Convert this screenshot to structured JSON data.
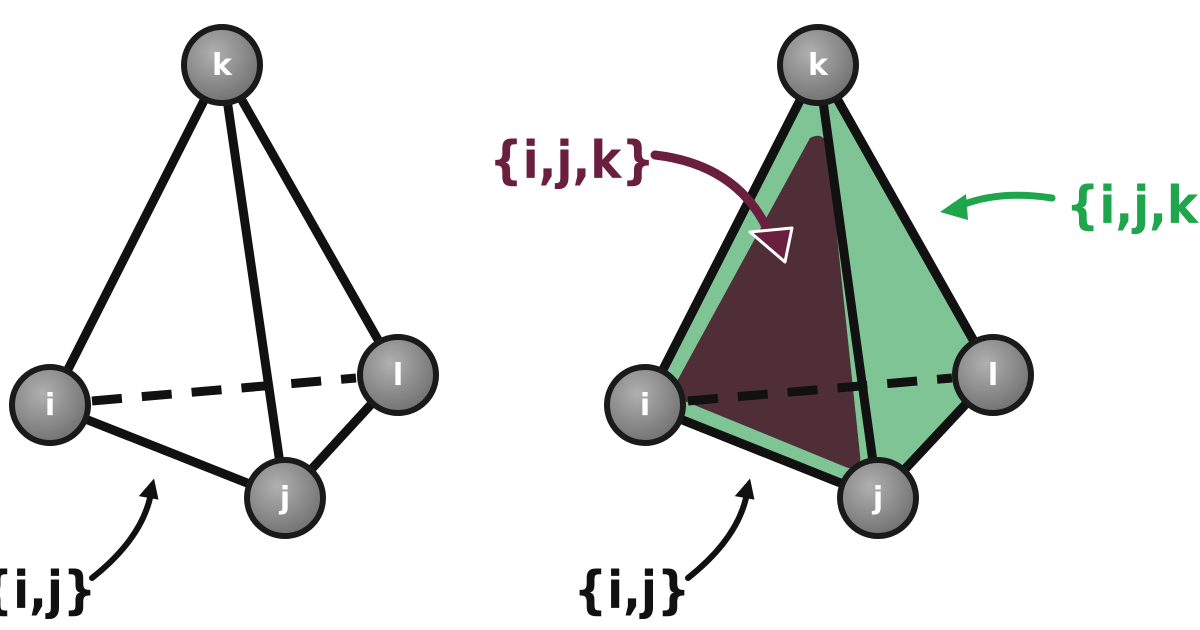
{
  "colors": {
    "edge": "#111111",
    "node_fill": "#8c8c8c",
    "node_stroke": "#1a1a1a",
    "face_fill": "#4f2e37",
    "face_label": "#6b1f3f",
    "tetra_fill": "#7fc495",
    "tetra_label": "#1fa64d",
    "edge_label": "#111111"
  },
  "left_diagram": {
    "nodes": {
      "k": "k",
      "i": "i",
      "l": "l",
      "j": "j"
    },
    "edge_label": "{i,j}"
  },
  "right_diagram": {
    "nodes": {
      "k": "k",
      "i": "i",
      "l": "l",
      "j": "j"
    },
    "edge_label": "{i,j}",
    "face_label": "{i,j,k}",
    "tetra_label": "{i,j,k,l}"
  }
}
